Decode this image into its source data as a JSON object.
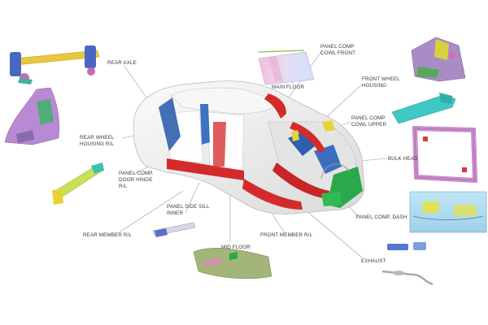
{
  "colors": {
    "leader_line": "#9a9a9a",
    "label_text": "#3a3a3a",
    "body_white": "#eeeeee",
    "frame_red": "#d32b2b",
    "frame_blue": "#2f5fae",
    "frame_green": "#2aa84a",
    "part_yellow": "#e8d23a",
    "part_purple": "#a77dc4",
    "part_cyan": "#3fc8c4",
    "part_pink": "#c98bc9"
  },
  "labels": {
    "rear_axle": "REAR AXLE",
    "rear_wheel_housing": [
      "REAR WHEEL",
      "HOUSING R/L"
    ],
    "panel_comp_door_hinge": [
      "PANEL COMP.",
      "DOOR HINGE",
      "R/L"
    ],
    "panel_side_sill_inner": [
      "PANEL SIDE SILL",
      "INNER"
    ],
    "rear_member": "REAR MEMBER R/L",
    "mid_floor": "MID FLOOR",
    "front_member": "FRONT MEMBER R/L",
    "exhaust": "EXHAUST",
    "panel_comp_dash": "PANEL COMP. DASH",
    "bulk_head": "BULK HEAD",
    "panel_comp_cowl_upper": [
      "PANEL COMP",
      "COWL UPPER"
    ],
    "front_wheel_housing": [
      "FRONT WHEEL",
      "HOUSING"
    ],
    "panel_comp_cowl_front": [
      "PANEL COMP",
      "COWL FRONT"
    ],
    "main_floor": "MAIN FLOOR"
  }
}
